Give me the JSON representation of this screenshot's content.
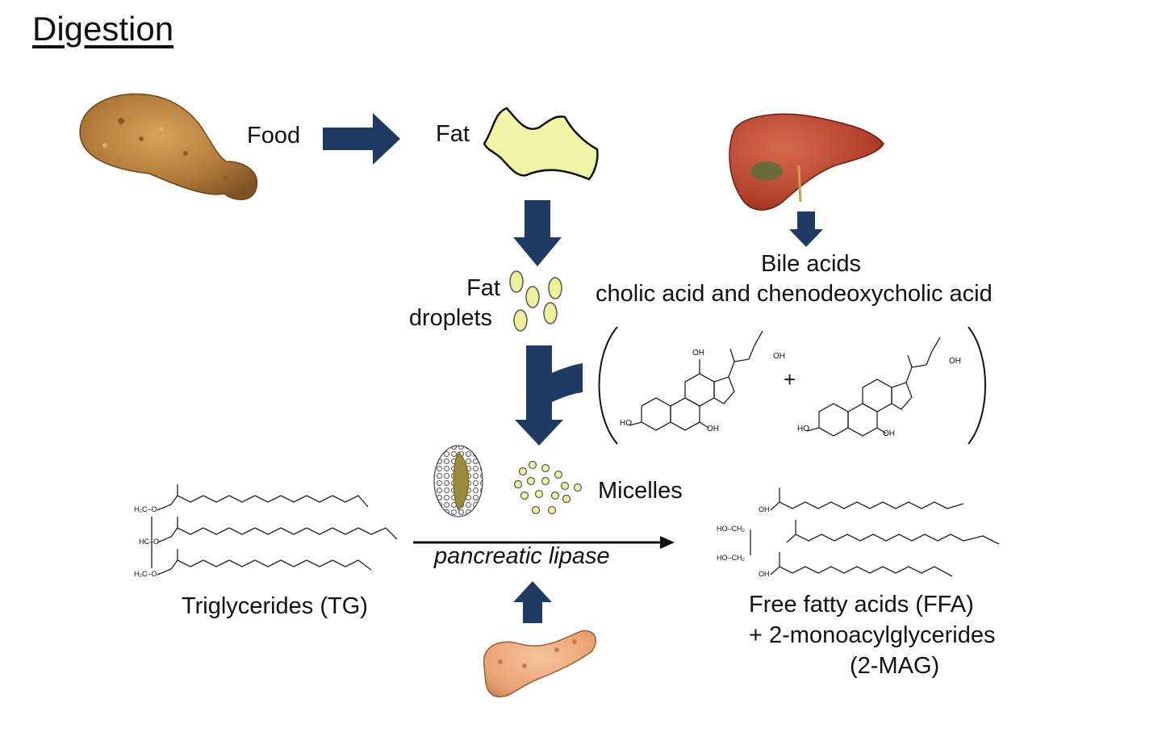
{
  "title": "Digestion",
  "labels": {
    "food": "Food",
    "fat": "Fat",
    "fat_droplets_line1": "Fat",
    "fat_droplets_line2": "droplets",
    "bile_acids": "Bile acids",
    "bile_acid_types": "cholic acid and chenodeoxycholic acid",
    "plus_sign": "+",
    "micelles": "Micelles",
    "enzyme": "pancreatic lipase",
    "triglycerides": "Triglycerides (TG)",
    "ffa_line1": "Free fatty acids (FFA)",
    "ffa_line2": "+ 2-monoacylglycerides",
    "ffa_line3": "(2-MAG)"
  },
  "molecule_labels": {
    "oh": "OH",
    "ho": "HO",
    "ho_ch2": "HO–CH₂",
    "h2c_o": "H₂C–O",
    "hc_o": "HC–O",
    "oh_small": "OH"
  },
  "colors": {
    "arrow_fill": "#1f3b63",
    "fat_fill": "#f3f3a8",
    "droplet_fill": "#eef09a",
    "liver": "#b2412c",
    "pancreas": "#e8a070",
    "chicken": "#b07a3a",
    "title_text": "#111111"
  },
  "icons": [
    "fried-chicken-icon",
    "liver-icon",
    "pancreas-icon",
    "micelle-icon"
  ]
}
